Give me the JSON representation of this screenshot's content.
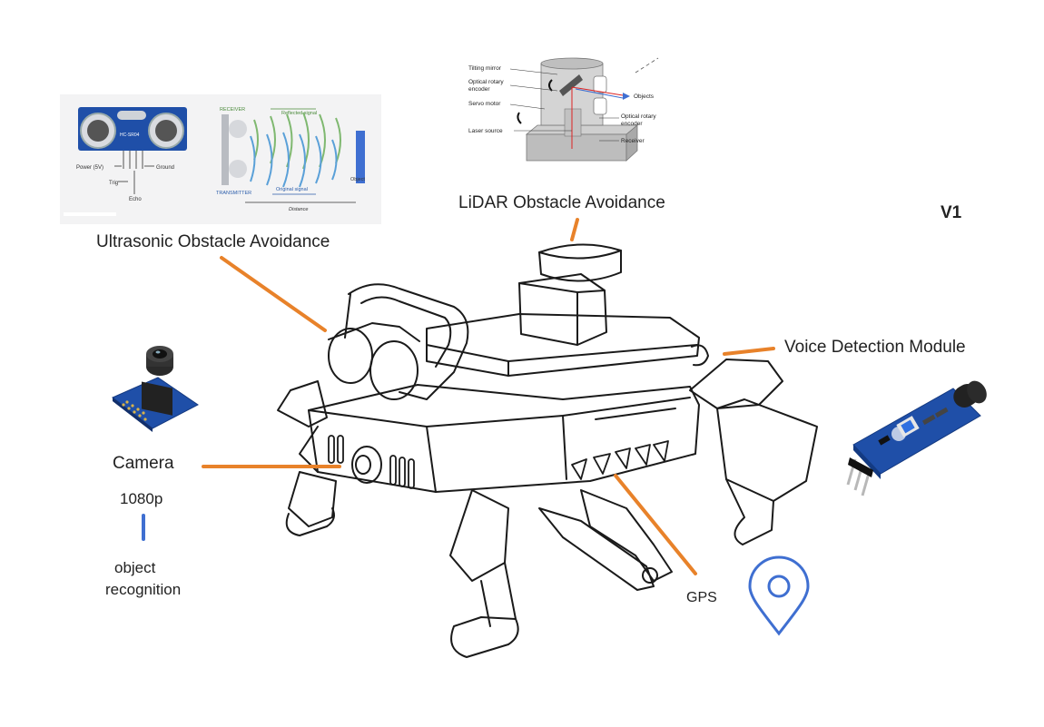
{
  "title": "V1",
  "colors": {
    "leader": "#e8822a",
    "accent_blue": "#3f6fd1",
    "board_blue": "#1f4fa8",
    "outline": "#1a1a1a"
  },
  "labels": {
    "ultrasonic": "Ultrasonic Obstacle Avoidance",
    "lidar": "LiDAR Obstacle Avoidance",
    "voice": "Voice Detection Module",
    "camera": "Camera",
    "camera_res": "1080p",
    "object_recognition_line1": "object",
    "object_recognition_line2": "recognition",
    "gps": "GPS"
  },
  "ultrasonic_figure": {
    "receiver": "RECEIVER",
    "transmitter": "TRANSMITTER",
    "reflected": "Reflected signal",
    "original": "Original signal",
    "distance": "Distance",
    "object": "Object",
    "power": "Power (5V)",
    "ground": "Ground",
    "trig": "Trig",
    "echo": "Echo",
    "module": "HC-SR04"
  },
  "lidar_figure": {
    "tilting_mirror": "Tilting mirror",
    "encoder_left_1": "Optical rotary",
    "encoder_left_2": "encoder",
    "servo_motor": "Servo motor",
    "laser_source": "Laser source",
    "objects": "Objects",
    "encoder_right_1": "Optical rotary",
    "encoder_right_2": "encoder",
    "receiver": "Receiver"
  },
  "icons": [
    "gps-pin-icon",
    "camera-module-icon",
    "microphone-module-icon"
  ]
}
